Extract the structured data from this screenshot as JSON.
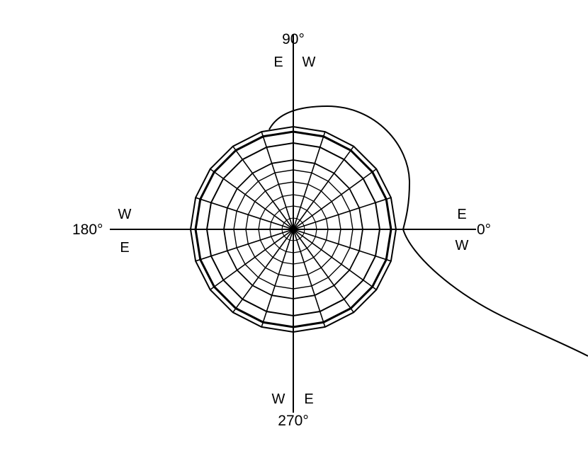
{
  "angle_labels": {
    "deg_0": "0°",
    "deg_90": "90°",
    "deg_180": "180°",
    "deg_270": "270°"
  },
  "direction_labels": {
    "top_left": "E",
    "top_right": "W",
    "left_upper": "W",
    "left_lower": "E",
    "right_upper": "E",
    "right_lower": "W",
    "bottom_left": "W",
    "bottom_right": "E"
  },
  "polar_grid": {
    "polygon_sides": 20,
    "spoke_count": 20
  },
  "colors": {
    "line": "#000000",
    "background": "#ffffff"
  }
}
